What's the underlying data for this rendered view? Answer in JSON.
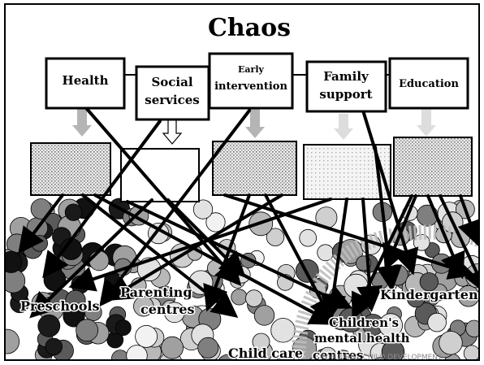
{
  "diagram": {
    "title": "Chaos",
    "sectors": [
      {
        "key": "health",
        "label": [
          "Health"
        ]
      },
      {
        "key": "social",
        "label": [
          "Social",
          "services"
        ]
      },
      {
        "key": "early",
        "label": [
          "Early",
          "intervention"
        ]
      },
      {
        "key": "family",
        "label": [
          "Family",
          "support"
        ]
      },
      {
        "key": "education",
        "label": [
          "Education"
        ]
      }
    ],
    "services": [
      {
        "key": "preschools",
        "label": [
          "Preschools"
        ]
      },
      {
        "key": "parenting",
        "label": [
          "Parenting",
          "centres"
        ]
      },
      {
        "key": "child_care",
        "label": [
          "Child care"
        ]
      },
      {
        "key": "mental_health",
        "label": [
          "Children's",
          "mental health",
          "centres"
        ]
      },
      {
        "key": "kindergartens",
        "label": [
          "Kindergartens"
        ]
      }
    ],
    "footer_text": "FOR EARLY CHILD DEVELOPMENT",
    "colors": {
      "box_border": "#000000",
      "pattern_fill": "#d8d8d8",
      "gray_arrow": "#b5b5b5",
      "ring": "#bdbdbd"
    }
  }
}
